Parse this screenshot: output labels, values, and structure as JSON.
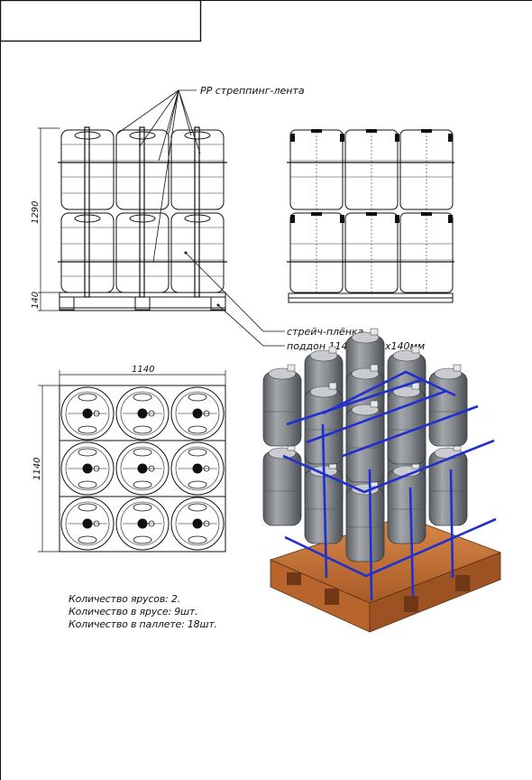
{
  "labels": {
    "strapping": "PP стреппинг-лента",
    "stretch": "стрейч-плёнка",
    "pallet": "поддон 1140х1140х140мм"
  },
  "dimensions": {
    "height_total": "1290",
    "height_pallet": "140",
    "width_top": "1140",
    "depth_side": "1140"
  },
  "summary": [
    "Количество ярусов: 2.",
    "Количество в ярусе: 9шт.",
    "Количество в паллете: 18шт."
  ],
  "colors": {
    "line": "#111111",
    "strap": "#1f2fd0",
    "wood": "#c9763a",
    "canister": "#8a8d92"
  }
}
